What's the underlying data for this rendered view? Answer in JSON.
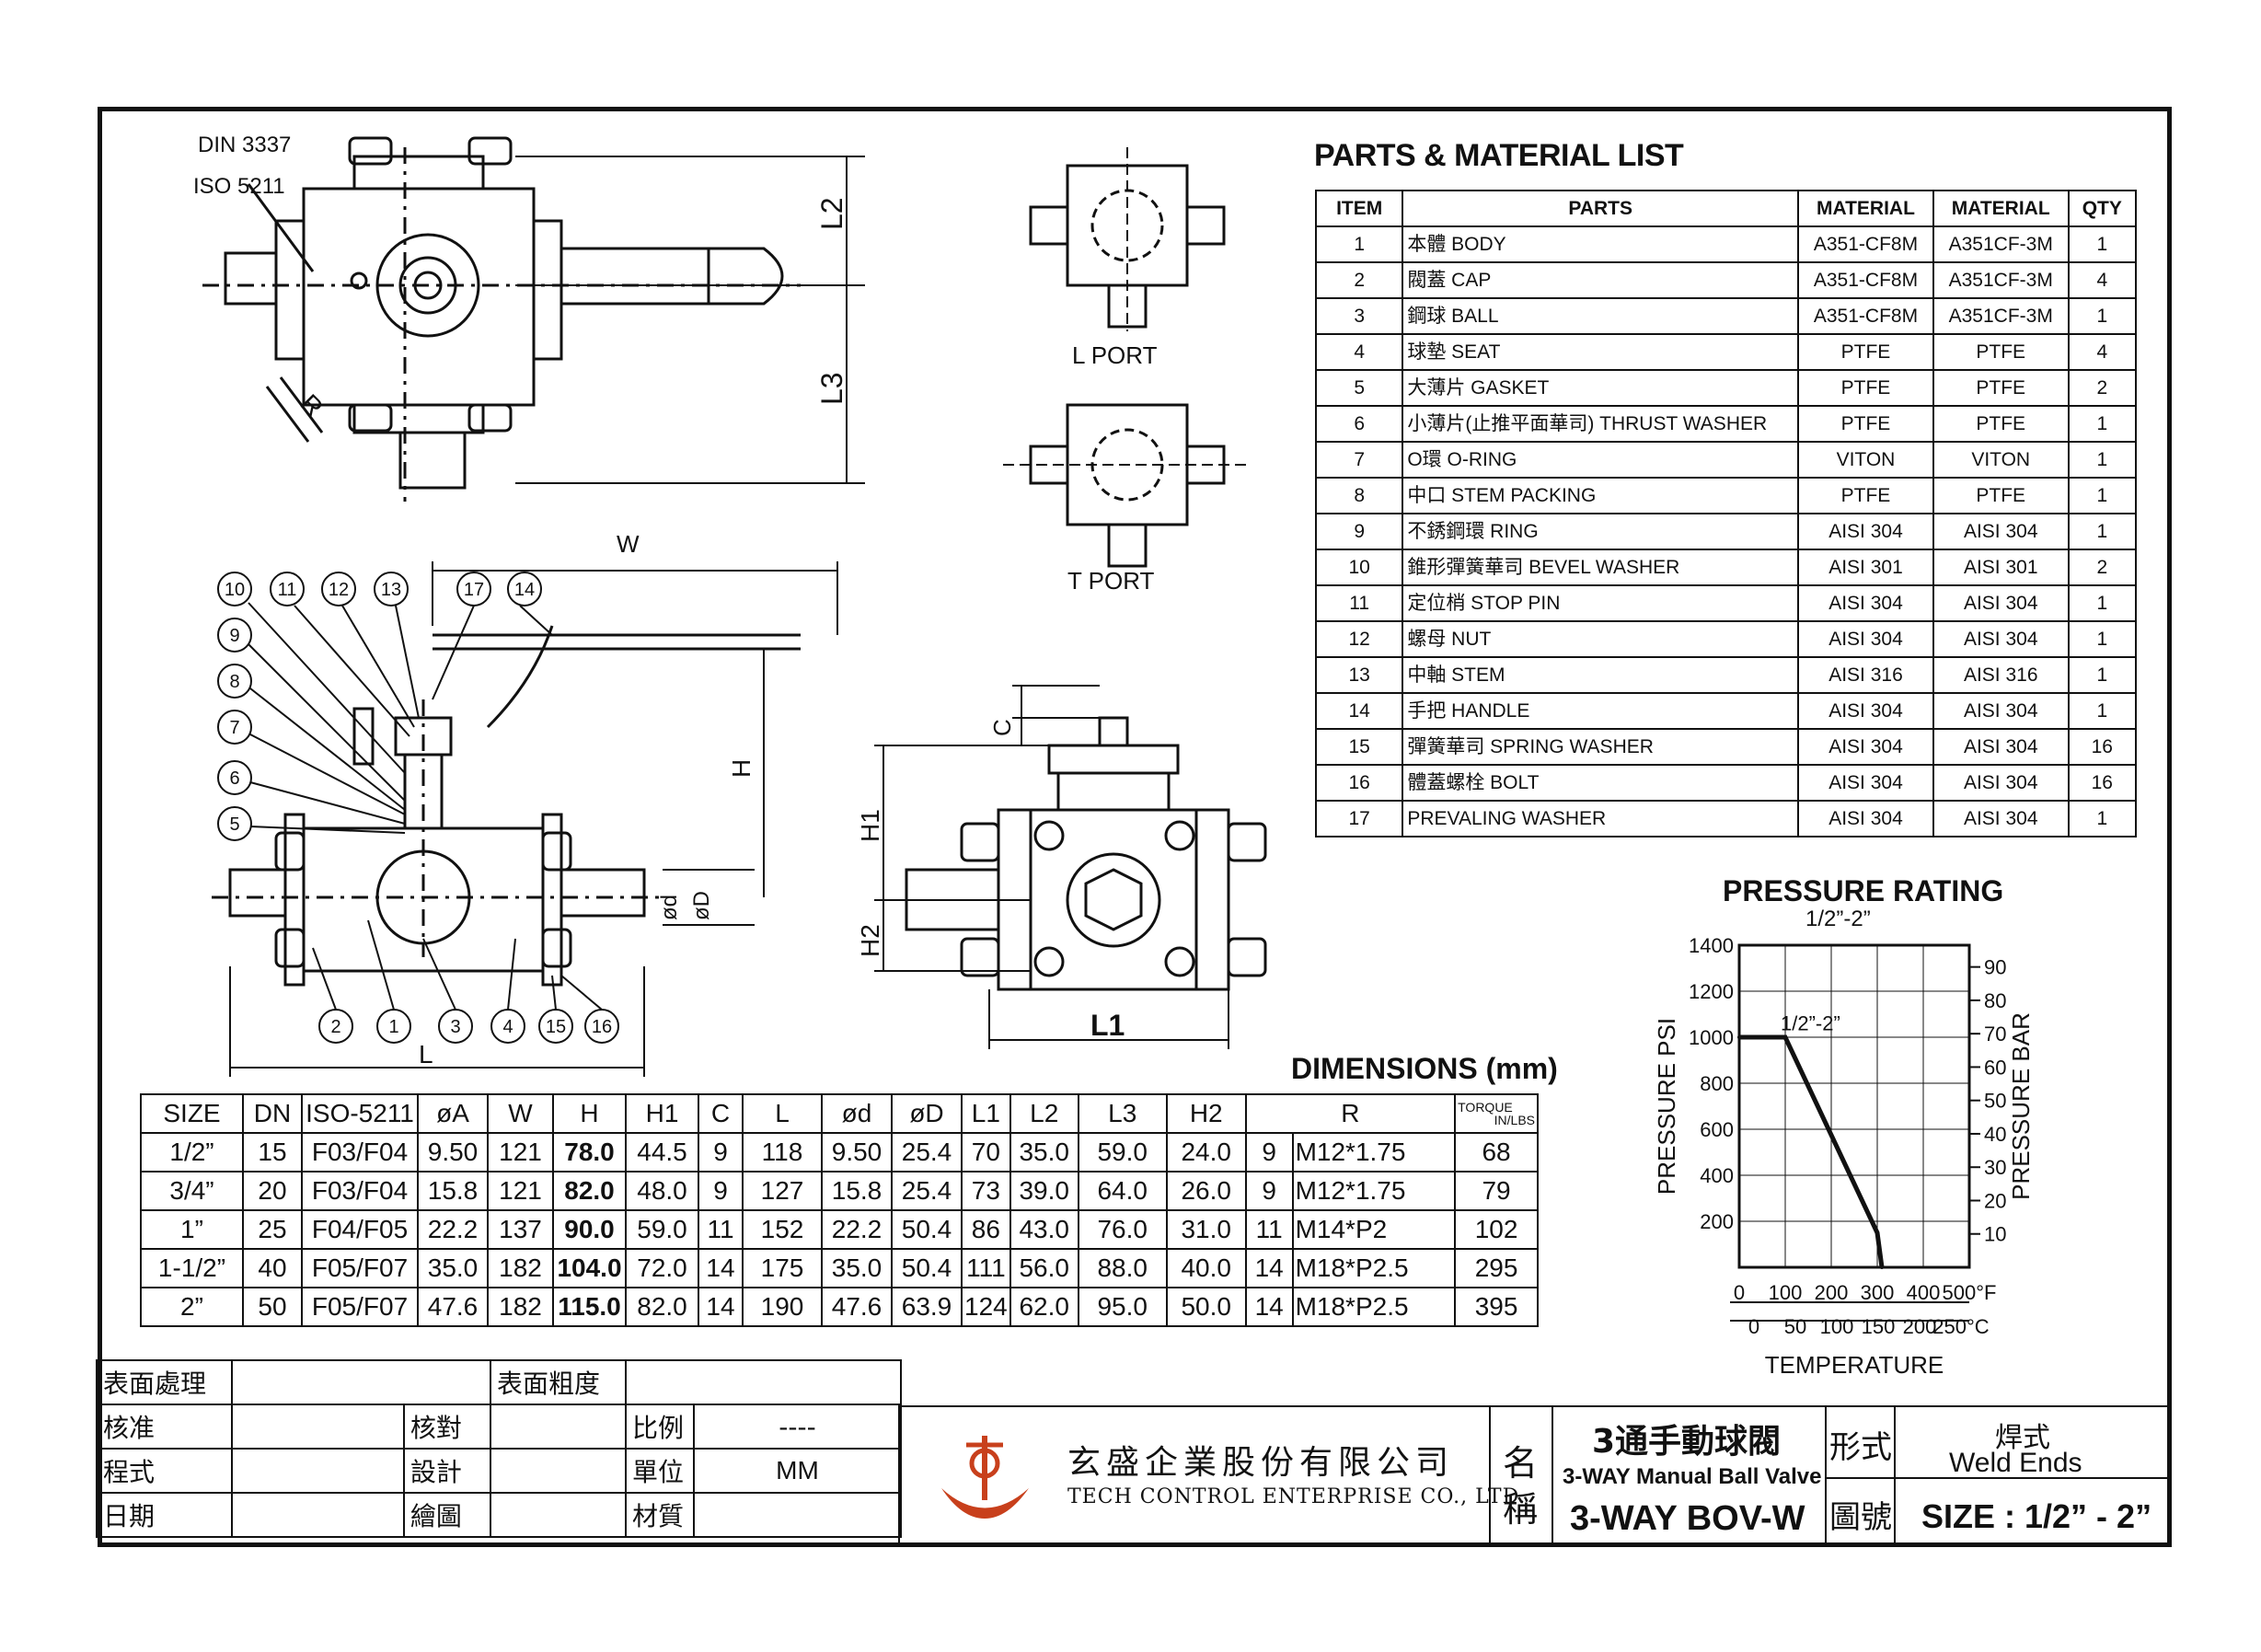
{
  "drawing_labels": {
    "din": "DIN 3337",
    "iso": "ISO 5211",
    "l2": "L2",
    "l3": "L3",
    "r": "R",
    "w": "W",
    "h": "H",
    "h1": "H1",
    "h2": "H2",
    "c": "C",
    "l": "L",
    "l1": "L1",
    "od": "ød",
    "oD": "øD",
    "l_port": "L PORT",
    "t_port": "T PORT",
    "balloons_top": [
      "10",
      "11",
      "12",
      "13",
      "17",
      "14"
    ],
    "balloons_left": [
      "9",
      "8",
      "7",
      "6",
      "5"
    ],
    "balloons_bottom": [
      "2",
      "1",
      "3",
      "4",
      "15",
      "16"
    ]
  },
  "parts": {
    "title": "PARTS & MATERIAL LIST",
    "headers": [
      "ITEM",
      "PARTS",
      "MATERIAL",
      "MATERIAL",
      "QTY"
    ],
    "rows": [
      [
        "1",
        "本體 BODY",
        "A351-CF8M",
        "A351CF-3M",
        "1"
      ],
      [
        "2",
        "閥蓋 CAP",
        "A351-CF8M",
        "A351CF-3M",
        "4"
      ],
      [
        "3",
        "鋼球 BALL",
        "A351-CF8M",
        "A351CF-3M",
        "1"
      ],
      [
        "4",
        "球墊 SEAT",
        "PTFE",
        "PTFE",
        "4"
      ],
      [
        "5",
        "大薄片 GASKET",
        "PTFE",
        "PTFE",
        "2"
      ],
      [
        "6",
        "小薄片(止推平面華司) THRUST WASHER",
        "PTFE",
        "PTFE",
        "1"
      ],
      [
        "7",
        "O環 O-RING",
        "VITON",
        "VITON",
        "1"
      ],
      [
        "8",
        "中口 STEM PACKING",
        "PTFE",
        "PTFE",
        "1"
      ],
      [
        "9",
        "不銹鋼環 RING",
        "AISI 304",
        "AISI 304",
        "1"
      ],
      [
        "10",
        "錐形彈簧華司 BEVEL WASHER",
        "AISI 301",
        "AISI 301",
        "2"
      ],
      [
        "11",
        "定位梢 STOP PIN",
        "AISI 304",
        "AISI 304",
        "1"
      ],
      [
        "12",
        "螺母 NUT",
        "AISI 304",
        "AISI 304",
        "1"
      ],
      [
        "13",
        "中軸 STEM",
        "AISI 316",
        "AISI 316",
        "1"
      ],
      [
        "14",
        "手把 HANDLE",
        "AISI 304",
        "AISI 304",
        "1"
      ],
      [
        "15",
        "彈簧華司 SPRING WASHER",
        "AISI 304",
        "AISI 304",
        "16"
      ],
      [
        "16",
        "體蓋螺栓 BOLT",
        "AISI 304",
        "AISI 304",
        "16"
      ],
      [
        "17",
        "PREVALING WASHER",
        "AISI 304",
        "AISI 304",
        "1"
      ]
    ]
  },
  "dimensions": {
    "title": "DIMENSIONS (mm)",
    "headers": [
      "SIZE",
      "DN",
      "ISO-5211",
      "øA",
      "W",
      "H",
      "H1",
      "C",
      "L",
      "ød",
      "øD",
      "L1",
      "L2",
      "L3",
      "H2",
      "R"
    ],
    "torque_header_top": "TORQUE",
    "torque_header_bottom": "IN/LBS",
    "rows": [
      [
        "1/2”",
        "15",
        "F03/F04",
        "9.50",
        "121",
        "78.0",
        "44.5",
        "9",
        "118",
        "9.50",
        "25.4",
        "70",
        "35.0",
        "59.0",
        "24.0",
        "9",
        "M12*1.75",
        "68"
      ],
      [
        "3/4”",
        "20",
        "F03/F04",
        "15.8",
        "121",
        "82.0",
        "48.0",
        "9",
        "127",
        "15.8",
        "25.4",
        "73",
        "39.0",
        "64.0",
        "26.0",
        "9",
        "M12*1.75",
        "79"
      ],
      [
        "1”",
        "25",
        "F04/F05",
        "22.2",
        "137",
        "90.0",
        "59.0",
        "11",
        "152",
        "22.2",
        "50.4",
        "86",
        "43.0",
        "76.0",
        "31.0",
        "11",
        "M14*P2",
        "102"
      ],
      [
        "1-1/2”",
        "40",
        "F05/F07",
        "35.0",
        "182",
        "104.0",
        "72.0",
        "14",
        "175",
        "35.0",
        "50.4",
        "111",
        "56.0",
        "88.0",
        "40.0",
        "14",
        "M18*P2.5",
        "295"
      ],
      [
        "2”",
        "50",
        "F05/F07",
        "47.6",
        "182",
        "115.0",
        "82.0",
        "14",
        "190",
        "47.6",
        "63.9",
        "124",
        "62.0",
        "95.0",
        "50.0",
        "14",
        "M18*P2.5",
        "395"
      ]
    ]
  },
  "chart_data": {
    "type": "line",
    "title": "PRESSURE RATING",
    "subtitle": "1/2”-2”",
    "series": [
      {
        "name": "1/2”-2”",
        "x": [
          0,
          100,
          300,
          310
        ],
        "y": [
          1000,
          1000,
          150,
          0
        ]
      }
    ],
    "xlabel": "TEMPERATURE",
    "ylabel": "PRESSURE PSI",
    "y2label": "PRESSURE BAR",
    "x_ticks_f": [
      "0",
      "100",
      "200",
      "300",
      "400",
      "500°F"
    ],
    "x_ticks_c": [
      "0",
      "50",
      "100",
      "150",
      "200",
      "250°C"
    ],
    "y_ticks_psi": [
      "200",
      "400",
      "600",
      "800",
      "1000",
      "1200",
      "1400"
    ],
    "y_ticks_bar": [
      "10",
      "20",
      "30",
      "40",
      "50",
      "60",
      "70",
      "80",
      "90"
    ],
    "xlim": [
      0,
      500
    ],
    "ylim": [
      0,
      1400
    ],
    "grid": true
  },
  "title_block": {
    "surface_treatment": "表面處理",
    "surface_roughness": "表面粗度",
    "approve": "核准",
    "check": "核對",
    "scale": "比例",
    "scale_value": "----",
    "process": "程式",
    "design": "設計",
    "unit": "單位",
    "unit_value": "MM",
    "date": "日期",
    "drawn": "繪圖",
    "material": "材質",
    "company_cn": "玄盛企業股份有限公司",
    "company_en": "TECH CONTROL ENTERPRISE CO., LTD.",
    "name_label_1": "名",
    "name_label_2": "稱",
    "product_cn": "3通手動球閥",
    "product_en": "3-WAY Manual Ball Valve",
    "model": "3-WAY BOV-W",
    "type_label": "形式",
    "type_cn": "焊式",
    "type_en": "Weld Ends",
    "drawing_no_label": "圖號",
    "size_text": "SIZE : 1/2” - 2”"
  },
  "colors": {
    "ink": "#111111",
    "logo": "#c8401c"
  }
}
